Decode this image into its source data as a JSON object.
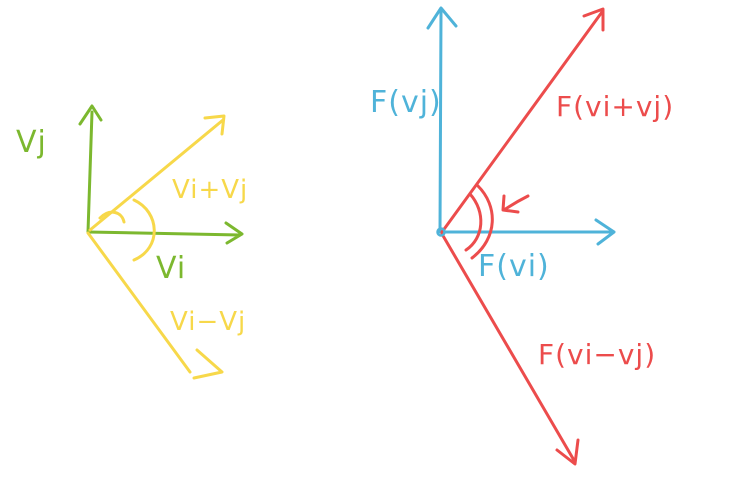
{
  "colors": {
    "green": "#7cb82f",
    "yellow": "#f7d84a",
    "blue": "#4fb3d9",
    "red": "#ec4c4c"
  },
  "left_diagram": {
    "label_vj": "Vj",
    "label_vi": "Vi",
    "label_sum": "Vi+Vj",
    "label_diff": "Vi−Vj"
  },
  "right_diagram": {
    "label_f_vj": "F(vj)",
    "label_f_vi": "F(vi)",
    "label_f_sum": "F(vi+vj)",
    "label_f_diff": "F(vi−vj)"
  }
}
